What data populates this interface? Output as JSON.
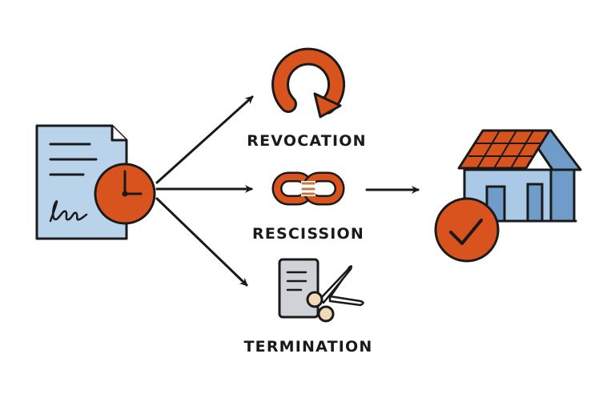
{
  "colors": {
    "ink": "#1a1a1a",
    "accent": "#d9531e",
    "document": "#b9d3ea",
    "house_wall": "#a9c9e6",
    "house_side": "#6f9cc8",
    "roof": "#d9531e",
    "paper_gray": "#cfd3d8",
    "scissor_handle": "#f3d9b8"
  },
  "icons": {
    "contract": "signed-document-icon",
    "clock": "clock-icon",
    "revocation": "circular-arrow-icon",
    "rescission": "broken-chain-icon",
    "termination": "scissors-cutting-document-icon",
    "property": "house-icon",
    "approval": "check-circle-icon"
  },
  "options": [
    {
      "id": "revocation",
      "label": "REVOCATION"
    },
    {
      "id": "rescission",
      "label": "RESCISSION"
    },
    {
      "id": "termination",
      "label": "TERMINATION"
    }
  ]
}
